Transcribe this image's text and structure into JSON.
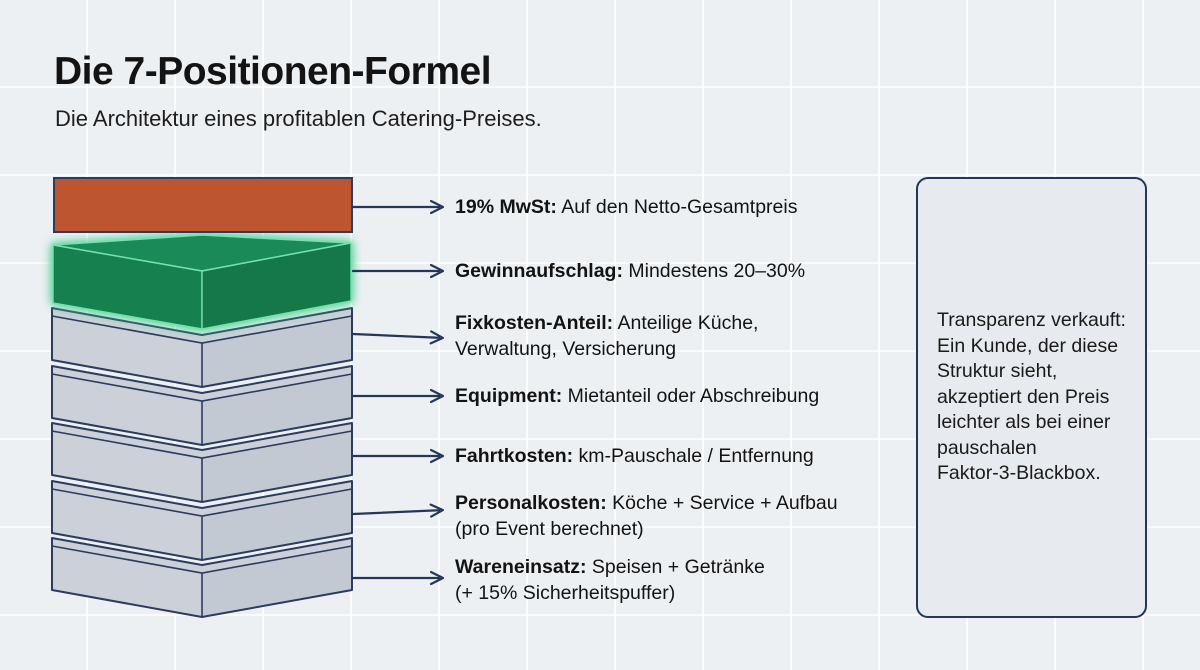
{
  "title": "Die 7-Positionen-Formel",
  "subtitle": "Die Architektur eines profitablen Catering-Preises.",
  "stack": {
    "layers": [
      {
        "id": "mwst",
        "color": "orange"
      },
      {
        "id": "gewinnaufschlag",
        "color": "green"
      },
      {
        "id": "fixkosten",
        "color": "gray"
      },
      {
        "id": "equipment",
        "color": "gray"
      },
      {
        "id": "fahrtkosten",
        "color": "gray"
      },
      {
        "id": "personalkosten",
        "color": "gray"
      },
      {
        "id": "wareneinsatz",
        "color": "gray"
      }
    ]
  },
  "labels": [
    {
      "bold": "19% MwSt:",
      "rest": " Auf den Netto-Gesamtpreis",
      "line2": ""
    },
    {
      "bold": "Gewinnaufschlag:",
      "rest": " Mindestens 20–30%",
      "line2": ""
    },
    {
      "bold": "Fixkosten-Anteil:",
      "rest": " Anteilige Küche,",
      "line2": "Verwaltung, Versicherung"
    },
    {
      "bold": "Equipment:",
      "rest": " Mietanteil oder Abschreibung",
      "line2": ""
    },
    {
      "bold": "Fahrtkosten:",
      "rest": " km-Pauschale / Entfernung",
      "line2": ""
    },
    {
      "bold": "Personalkosten:",
      "rest": " Köche + Service + Aufbau",
      "line2": "(pro Event berechnet)"
    },
    {
      "bold": "Wareneinsatz:",
      "rest": " Speisen + Getränke",
      "line2": "(+ 15% Sicherheitspuffer)"
    }
  ],
  "side_panel": {
    "lines": [
      "Transparenz verkauft:",
      "Ein Kunde, der diese",
      "Struktur sieht,",
      "akzeptiert den Preis",
      "leichter als bei einer",
      "pauschalen",
      "Faktor-3-Blackbox."
    ]
  },
  "colors": {
    "background": "#edf0f3",
    "outline_navy": "#2c3c5e",
    "arrow_navy": "#24365a",
    "orange": "#bc5530",
    "green_top": "#1a8a58",
    "green_front_left": "#16804f",
    "green_front_right": "#14784a",
    "green_glow": "#4ed396",
    "gray_fill": "#ccd1d9",
    "panel_fill": "#e7eaee",
    "text": "#131313"
  }
}
